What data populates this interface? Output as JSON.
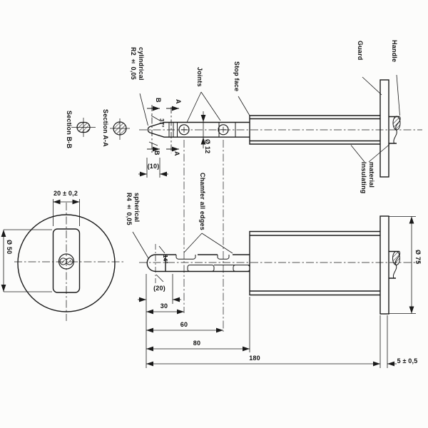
{
  "drawing": {
    "title_hint": "Jointed test finger technical drawing",
    "labels": {
      "section_bb": "Section B-B",
      "section_aa": "Section A-A",
      "r2": "R2 ± 0,05\ncylindrical",
      "r4": "R4 ± 0,05\nspherical",
      "joints": "Joints",
      "stop_face": "Stop face",
      "guard": "Guard",
      "handle": "Handle",
      "insulating_material": "Insulating\nmaterial",
      "chamfer": "Chamfer all edges"
    },
    "dimensions": {
      "width_across_flats": "20 ± 0,2",
      "tip_detail_length": "(10)",
      "tip_length": "(20)",
      "joint1_distance": "30",
      "joint2_distance": "60",
      "stop_face_distance": "80",
      "guard_distance": "180",
      "guard_thickness": "5 ± 0,5",
      "finger_diameter": "Ø 12",
      "barrel_diameter": "Ø 50",
      "guard_diameter": "Ø 75",
      "tip_angle_front": "37°",
      "tip_angle_side": "14°"
    },
    "section_marks": {
      "b_top": "B",
      "b_bottom": "B",
      "a_top": "A",
      "a_bottom": "A"
    },
    "colors": {
      "line": "#1a1a1a",
      "background": "#fcfcfb"
    }
  }
}
